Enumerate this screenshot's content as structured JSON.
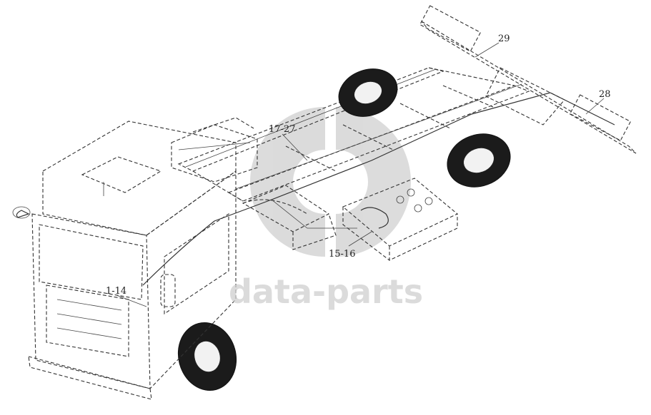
{
  "watermark": {
    "text": "data-parts",
    "logo": "data-parts-logo"
  },
  "callouts": [
    {
      "id": "c1",
      "label": "1-14"
    },
    {
      "id": "c2",
      "label": "15-16"
    },
    {
      "id": "c3",
      "label": "17-27"
    },
    {
      "id": "c4",
      "label": "28"
    },
    {
      "id": "c5",
      "label": "29"
    }
  ],
  "colors": {
    "ink": "#222222",
    "watermark": "#cfcfcf",
    "background": "#ffffff"
  }
}
